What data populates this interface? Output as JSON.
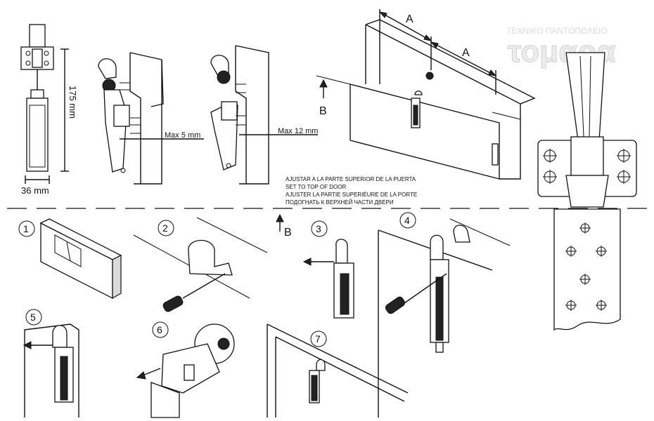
{
  "dimensions": {
    "height": "175 mm",
    "width": "36 mm",
    "max_gap_1": "Max 5 mm",
    "max_gap_2": "Max 12 mm",
    "distance_label_1": "A",
    "distance_label_2": "A",
    "direction_label_top": "B",
    "direction_label_mid": "B"
  },
  "instructions": [
    "AJUSTAR A LA PARTE SUPERIOR DE LA PUERTA",
    "SET TO TOP OF DOOR",
    "AJUSTER LA PARTIE SUPERIÉURE DE LA PORTE",
    "ПОДОГНАТЬ К ВЕРХНЕЙ ЧАСТИ ДВЕРИ"
  ],
  "watermark": {
    "top_text": "ΤΕΧΝΙΚΟ ΠΑΝΤΟΠΩΛΕΙΟ",
    "brand": "τομαρα"
  },
  "steps": [
    "1",
    "2",
    "3",
    "4",
    "5",
    "6",
    "7"
  ]
}
